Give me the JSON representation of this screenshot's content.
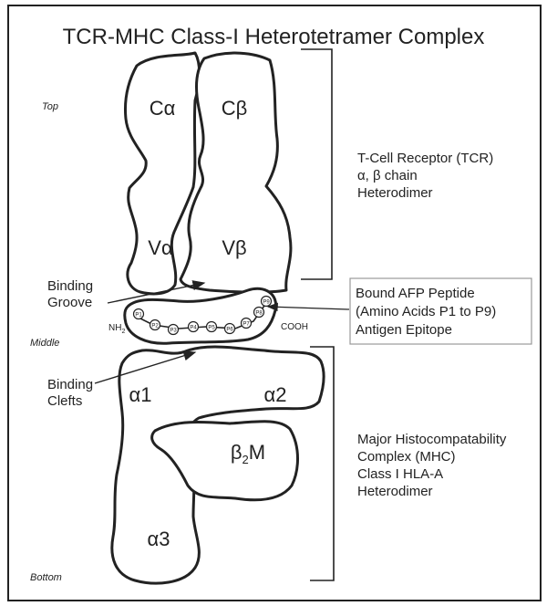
{
  "title": "TCR-MHC Class-I Heterotetramer Complex",
  "positions": {
    "top": "Top",
    "middle": "Middle",
    "bottom": "Bottom"
  },
  "domains": {
    "c_alpha": "Cα",
    "c_beta": "Cβ",
    "v_alpha": "Vα",
    "v_beta": "Vβ",
    "alpha1": "α1",
    "alpha2": "α2",
    "alpha3": "α3",
    "b2m_prefix": "β",
    "b2m_sub": "2",
    "b2m_suffix": "M"
  },
  "termini": {
    "n_prefix": "NH",
    "n_sub": "2",
    "c": "COOH"
  },
  "peptide_residues": [
    "P1",
    "P2",
    "P3",
    "P4",
    "P5",
    "P6",
    "P7",
    "P8",
    "P9"
  ],
  "callouts": {
    "binding_groove": [
      "Binding",
      "Groove"
    ],
    "binding_clefts": [
      "Binding",
      "Clefts"
    ],
    "tcr": [
      "T-Cell Receptor (TCR)",
      "α, β chain",
      "Heterodimer"
    ],
    "peptide": [
      "Bound AFP Peptide",
      "(Amino Acids P1 to P9)",
      "Antigen Epitope"
    ],
    "mhc": [
      "Major Histocompatability",
      "Complex (MHC)",
      "Class I HLA-A",
      "Heterodimer"
    ]
  }
}
